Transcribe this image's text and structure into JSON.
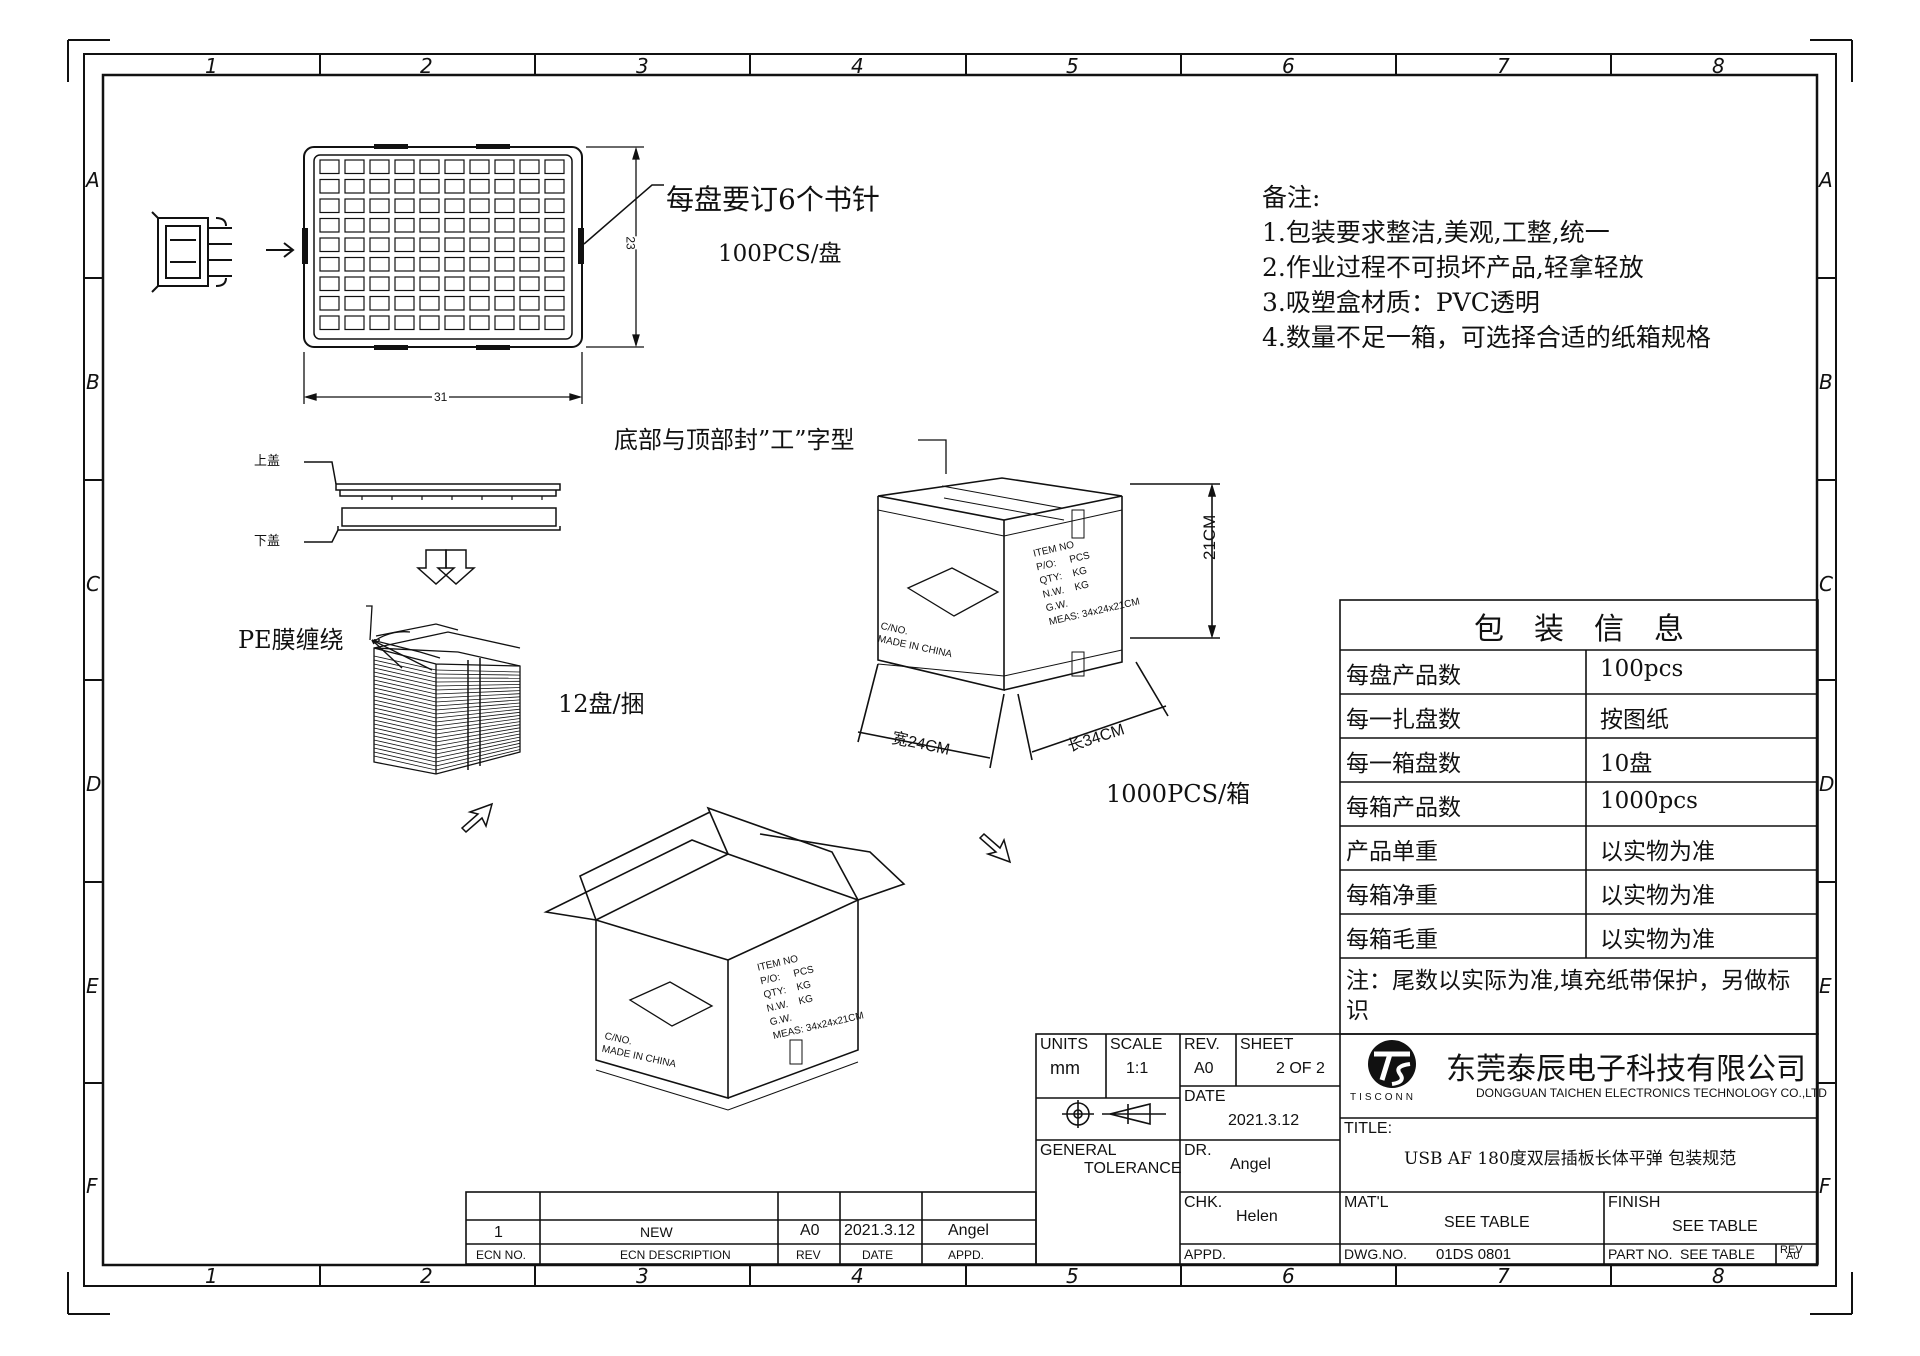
{
  "zones": {
    "cols": [
      "1",
      "2",
      "3",
      "4",
      "5",
      "6",
      "7",
      "8"
    ],
    "rows": [
      "A",
      "B",
      "C",
      "D",
      "E",
      "F"
    ]
  },
  "tray": {
    "staples_note": "每盘要订6个书针",
    "qty_per_tray": "100PCS/盘",
    "dim_width": "31",
    "dim_height": "23"
  },
  "lids": {
    "top": "上盖",
    "bottom": "下盖"
  },
  "bundle": {
    "wrap": "PE膜缠绕",
    "qty": "12盘/捆"
  },
  "sealed_box": {
    "seal_note": "底部与顶部封”工”字型",
    "height": "21CM",
    "width": "宽24CM",
    "length": "长34CM",
    "qty": "1000PCS/箱"
  },
  "carton_label": {
    "item": "ITEM NO",
    "po": "P/O:",
    "qty": "QTY:",
    "nw": "N.W.",
    "gw": "G.W.",
    "meas": "MEAS: 34x24x21CM",
    "pcs": "PCS",
    "kg": "KG",
    "kg2": "KG",
    "cno": "C/NO.",
    "made": "MADE IN CHINA"
  },
  "notes": {
    "title": "备注:",
    "items": [
      "1.包装要求整洁,美观,工整,统一",
      "2.作业过程不可损坏产品,轻拿轻放",
      "3.吸塑盒材质：PVC透明",
      "4.数量不足一箱，可选择合适的纸箱规格"
    ]
  },
  "pack_info": {
    "title": "包　装　信　息",
    "rows": [
      {
        "k": "每盘产品数",
        "v": "100pcs"
      },
      {
        "k": "每一扎盘数",
        "v": "按图纸"
      },
      {
        "k": "每一箱盘数",
        "v": "10盘"
      },
      {
        "k": "每箱产品数",
        "v": "1000pcs"
      },
      {
        "k": "产品单重",
        "v": "以实物为准"
      },
      {
        "k": "每箱净重",
        "v": "以实物为准"
      },
      {
        "k": "每箱毛重",
        "v": "以实物为准"
      }
    ],
    "footnote": "注：尾数以实际为准,填充纸带保护，另做标识"
  },
  "title_block": {
    "units_label": "UNITS",
    "units": "mm",
    "scale_label": "SCALE",
    "scale": "1:1",
    "rev_label": "REV.",
    "rev": "A0",
    "sheet_label": "SHEET",
    "sheet": "2 OF 2",
    "date_label": "DATE",
    "date": "2021.3.12",
    "general": "GENERAL",
    "tolerance": "TOLERANCE",
    "dr_label": "DR.",
    "dr": "Angel",
    "chk_label": "CHK.",
    "chk": "Helen",
    "appd_label": "APPD.",
    "company_cn": "东莞泰辰电子科技有限公司",
    "company_en": "DONGGUAN TAICHEN ELECTRONICS TECHNOLOGY CO.,LTD",
    "logo_sub": "TISCONN",
    "title_label": "TITLE:",
    "title": "USB AF 180度双层插板长体平弹 包装规范",
    "matl_label": "MAT'L",
    "matl": "SEE TABLE",
    "finish_label": "FINISH",
    "finish": "SEE TABLE",
    "dwg_label": "DWG.NO.",
    "dwg": "01DS 0801",
    "part_label": "PART NO.",
    "part": "SEE TABLE",
    "rev2_label": "REV",
    "rev2": "A0"
  },
  "revision": {
    "row": {
      "no": "1",
      "desc": "NEW",
      "rev": "A0",
      "date": "2021.3.12",
      "appd": "Angel"
    },
    "header": {
      "no": "ECN NO.",
      "desc": "ECN DESCRIPTION",
      "rev": "REV",
      "date": "DATE",
      "appd": "APPD."
    }
  }
}
